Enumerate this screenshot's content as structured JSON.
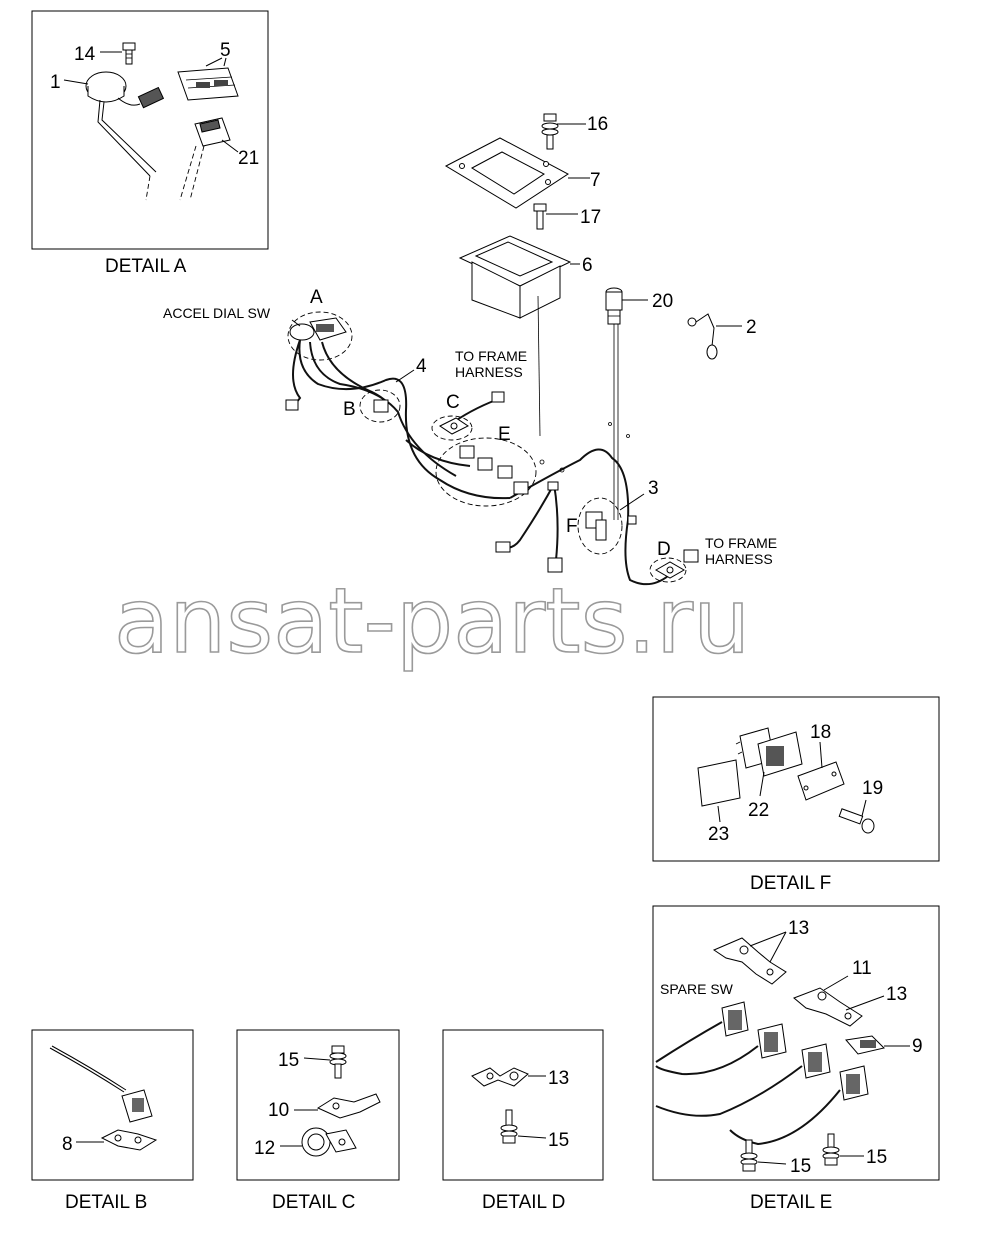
{
  "watermark": "ansat-parts.ru",
  "details": {
    "a": "DETAIL A",
    "b": "DETAIL B",
    "c": "DETAIL C",
    "d": "DETAIL D",
    "e": "DETAIL E",
    "f": "DETAIL F"
  },
  "labels": {
    "accel_dial_sw": "ACCEL DIAL SW",
    "to_frame": "TO FRAME",
    "harness": "HARNESS",
    "spare_sw": "SPARE SW"
  },
  "letters": {
    "A": "A",
    "B": "B",
    "C": "C",
    "D": "D",
    "E": "E",
    "F": "F"
  },
  "part_numbers": {
    "p1": "1",
    "p2": "2",
    "p3": "3",
    "p4": "4",
    "p5": "5",
    "p6": "6",
    "p7": "7",
    "p8": "8",
    "p9": "9",
    "p10": "10",
    "p11": "11",
    "p12": "12",
    "p13": "13",
    "p14": "14",
    "p15": "15",
    "p16": "16",
    "p17": "17",
    "p18": "18",
    "p19": "19",
    "p20": "20",
    "p21": "21",
    "p22": "22",
    "p23": "23"
  }
}
